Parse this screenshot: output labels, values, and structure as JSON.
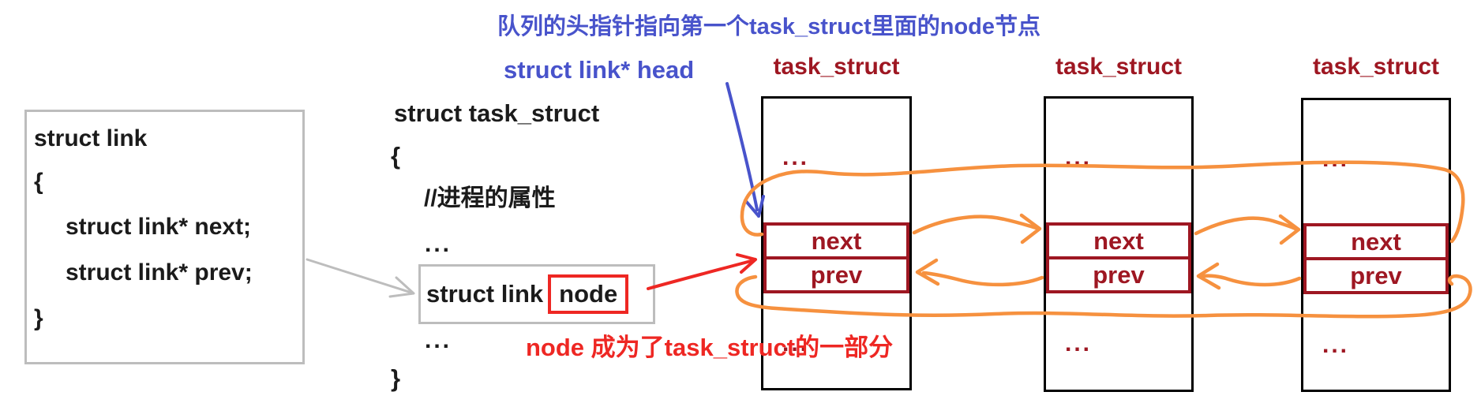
{
  "colors": {
    "ink": "#1b1b1b",
    "dark_red": "#9e1722",
    "orange": "#f6913f",
    "blue": "#4853cb",
    "red": "#ee2723",
    "gray_border": "#bdbdbd",
    "box_border": "#000000"
  },
  "left_code_box": {
    "line1": "struct link",
    "line2": "{",
    "line3": "struct link* next;",
    "line4": "struct link* prev;",
    "line5": "}"
  },
  "task_struct_code": {
    "line1": "struct task_struct",
    "line2": "{",
    "comment": "//进程的属性",
    "ellipsis_before": "...",
    "member_prefix": "struct link",
    "member_name": "node",
    "ellipsis_after": "...",
    "close_brace": "}"
  },
  "annotations": {
    "head_note": "队列的头指针指向第一个task_struct里面的node节点",
    "head_pointer_label": "struct link* head",
    "node_note": "node 成为了task_struct的一部分"
  },
  "memory_boxes": [
    {
      "title": "task_struct",
      "top_ellipsis": "...",
      "next_label": "next",
      "prev_label": "prev",
      "bottom_ellipsis": "..."
    },
    {
      "title": "task_struct",
      "top_ellipsis": "...",
      "next_label": "next",
      "prev_label": "prev",
      "bottom_ellipsis": "..."
    },
    {
      "title": "task_struct",
      "top_ellipsis": "...",
      "next_label": "next",
      "prev_label": "prev",
      "bottom_ellipsis": "..."
    }
  ]
}
